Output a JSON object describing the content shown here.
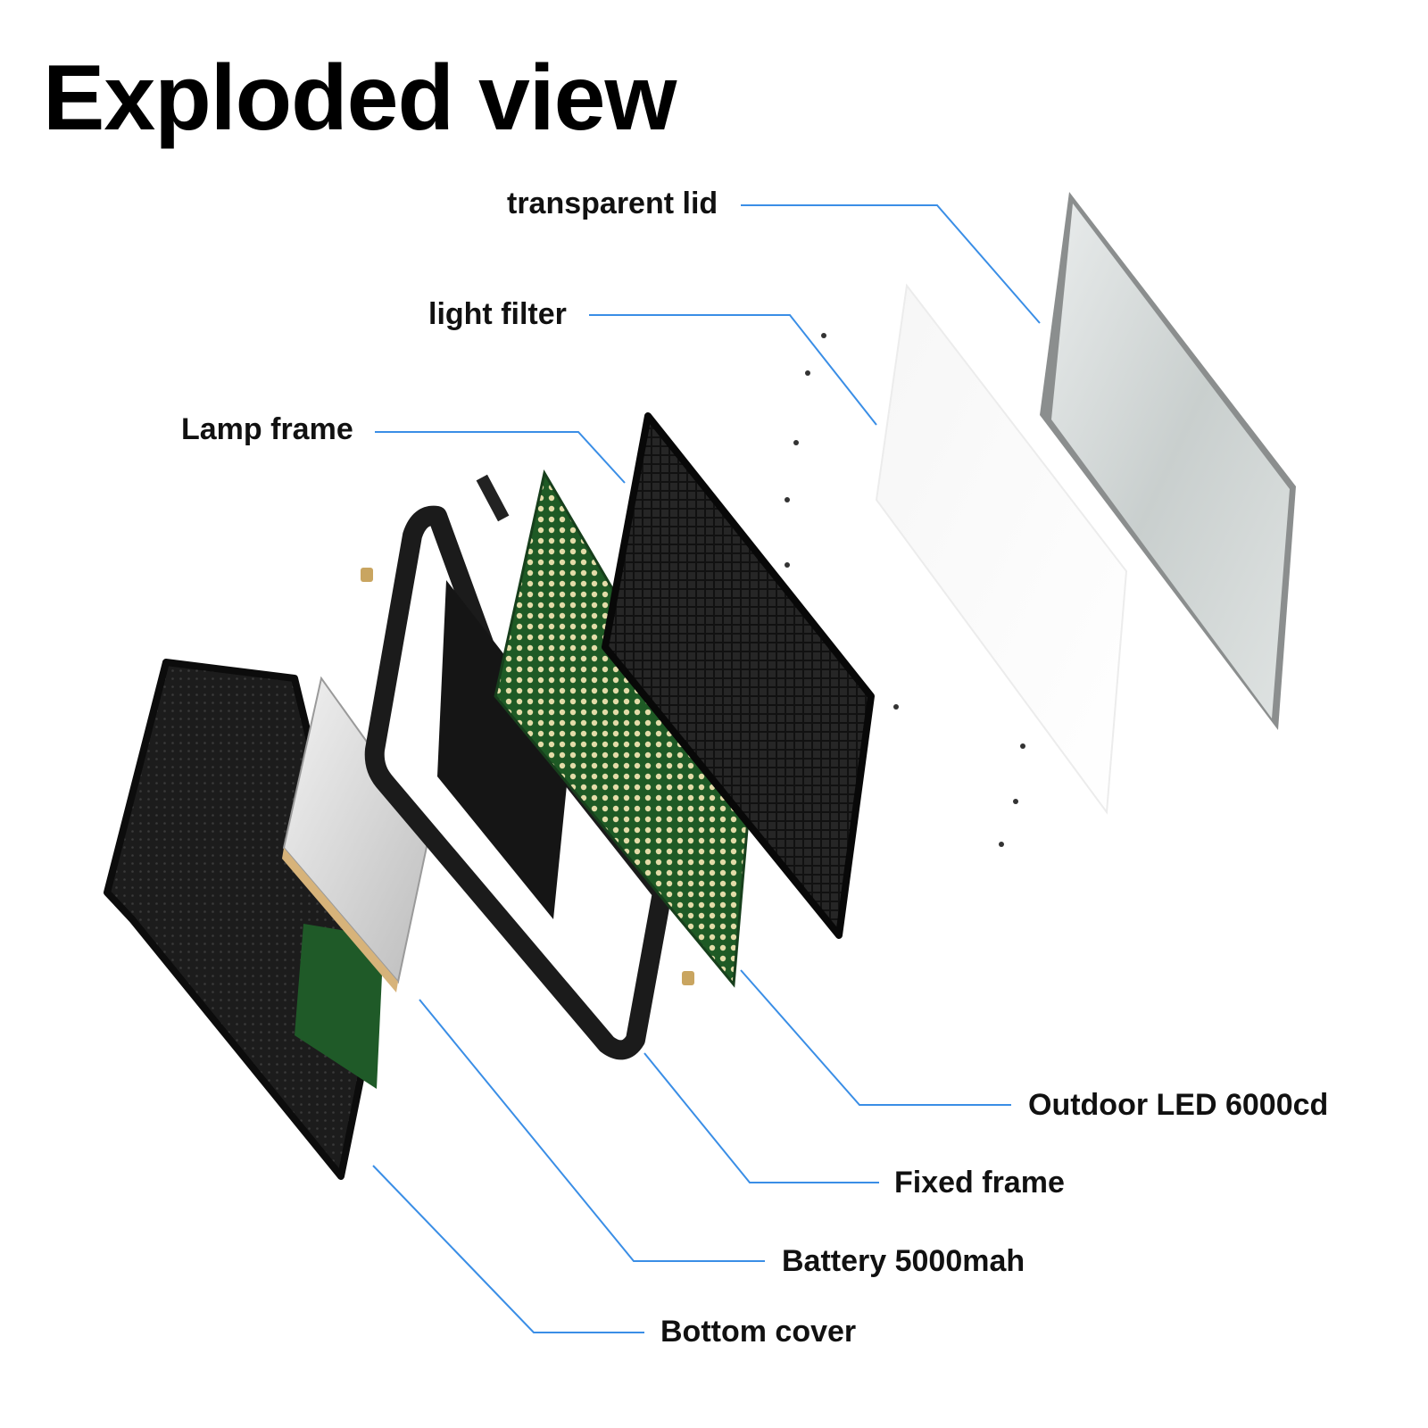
{
  "title": "Exploded view",
  "colors": {
    "leader_line": "#3a8ee6",
    "label_text": "#111111",
    "background": "#ffffff"
  },
  "components": [
    {
      "id": "transparent-lid",
      "label": "transparent lid"
    },
    {
      "id": "light-filter",
      "label": "light filter"
    },
    {
      "id": "lamp-frame",
      "label": "Lamp frame"
    },
    {
      "id": "outdoor-led",
      "label": "Outdoor LED 6000cd"
    },
    {
      "id": "fixed-frame",
      "label": "Fixed frame"
    },
    {
      "id": "battery",
      "label": "Battery 5000mah"
    },
    {
      "id": "bottom-cover",
      "label": "Bottom cover"
    }
  ]
}
